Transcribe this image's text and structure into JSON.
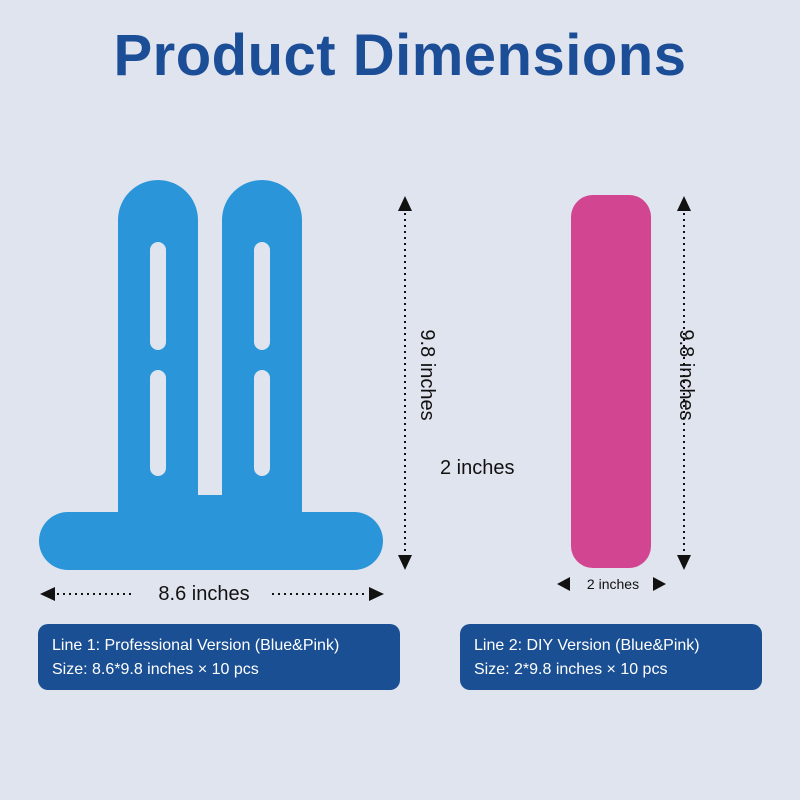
{
  "header": {
    "title": "Product Dimensions"
  },
  "colors": {
    "background": "#dfe4ee",
    "title": "#1c4e97",
    "blue_tape": "#2a95d8",
    "pink_tape": "#d24590",
    "info_box": "#1a4f93"
  },
  "left_product": {
    "height_label": "9.8 inches",
    "width_label": "8.6 inches",
    "info_line_1": "Line 1: Professional Version (Blue&Pink)",
    "info_line_2": "Size: 8.6*9.8 inches × 10 pcs"
  },
  "right_product": {
    "height_label": "9.8 inches",
    "width_label_large": "2 inches",
    "width_label_small": "2 inches",
    "info_line_1": "Line 2: DIY Version (Blue&Pink)",
    "info_line_2": "Size: 2*9.8 inches × 10 pcs"
  }
}
